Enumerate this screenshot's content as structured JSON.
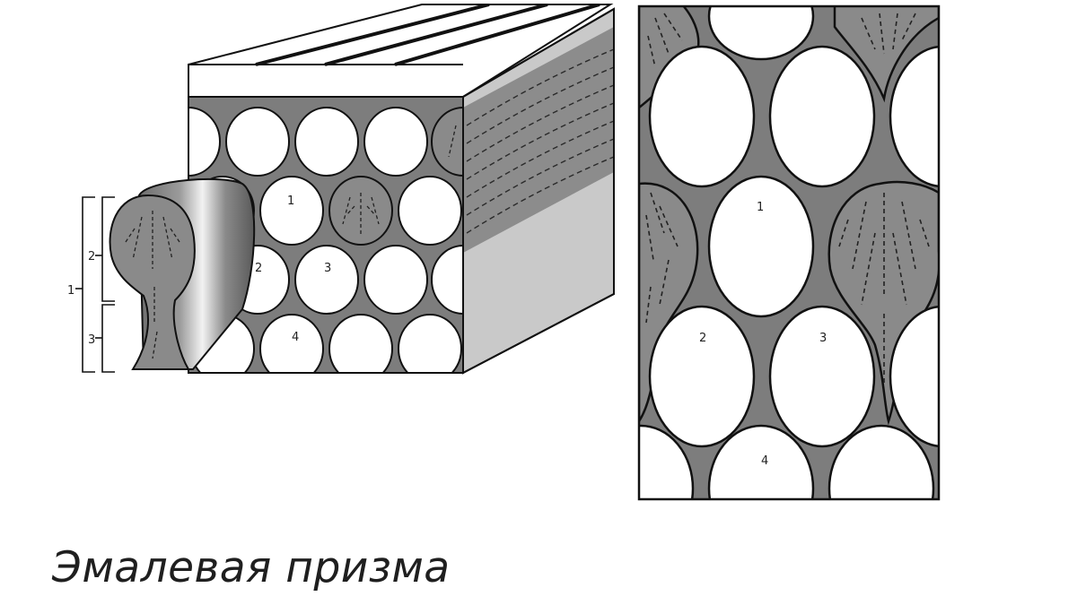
{
  "caption": "Эмалевая призма",
  "left_figure": {
    "bracket_labels": {
      "whole": "1",
      "head": "2",
      "tail": "3"
    },
    "prism_numbers": [
      "1",
      "2",
      "3",
      "4"
    ]
  },
  "right_figure": {
    "prism_numbers": [
      "1",
      "2",
      "3",
      "4"
    ]
  },
  "colors": {
    "stroke": "#111111",
    "face": "#ffffff",
    "interprismatic": "#7d7d7d",
    "prism_shade": "#8a8a8a",
    "side_face_light": "#c9c9c9",
    "side_face_dark": "#8c8c8c"
  }
}
